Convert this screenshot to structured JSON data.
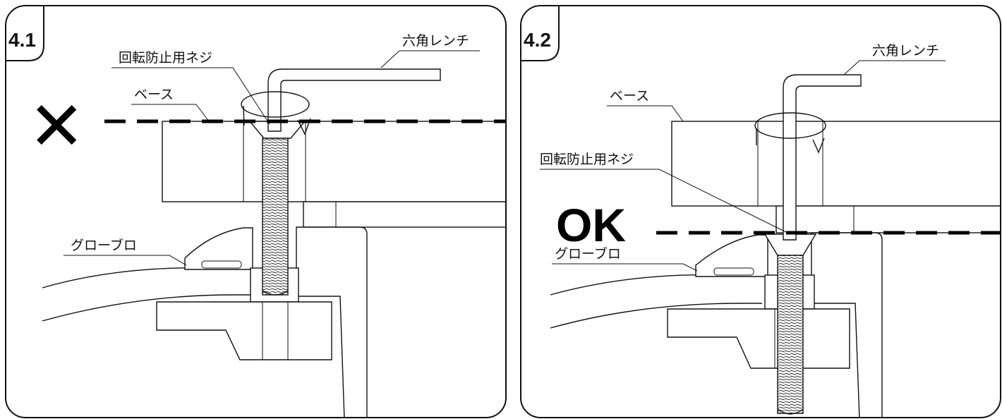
{
  "panels": [
    {
      "step": "4.1",
      "labels": {
        "screw": "回転防止用ネジ",
        "wrench": "六角レンチ",
        "base": "ベース",
        "glove_port": "グローブロ"
      },
      "verdict": "✕",
      "verdict_meaning": "incorrect"
    },
    {
      "step": "4.2",
      "labels": {
        "screw": "回転防止用ネジ",
        "wrench": "六角レンチ",
        "base": "ベース",
        "glove_port": "グローブロ"
      },
      "verdict": "OK",
      "verdict_meaning": "correct"
    }
  ],
  "colors": {
    "ink": "#111111",
    "background": "#ffffff"
  }
}
